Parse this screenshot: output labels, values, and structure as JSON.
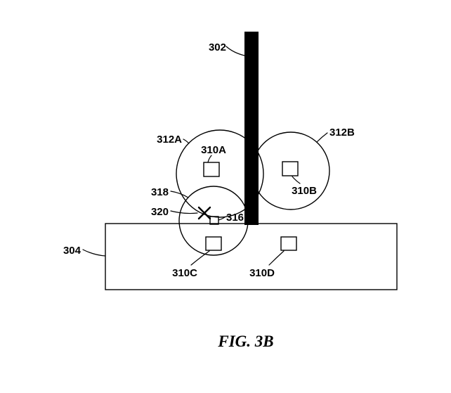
{
  "figure": {
    "caption": "FIG. 3B",
    "labels": {
      "l302": "302",
      "l312A": "312A",
      "l312B": "312B",
      "l310A": "310A",
      "l310B": "310B",
      "l318": "318",
      "l320": "320",
      "l316": "316",
      "l304": "304",
      "l310C": "310C",
      "l310D": "310D"
    },
    "colors": {
      "ink": "#000000",
      "background": "#ffffff"
    }
  }
}
